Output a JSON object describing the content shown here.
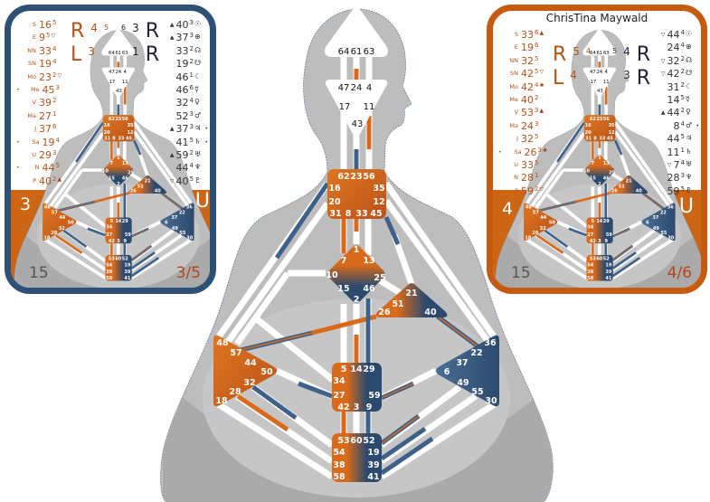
{
  "gates": {
    "head": [
      "64",
      "61",
      "63"
    ],
    "ajna": [
      "47",
      "24",
      "4",
      "17",
      "11",
      "43"
    ],
    "throat": [
      "62",
      "23",
      "56",
      "16",
      "35",
      "20",
      "12",
      "31",
      "8",
      "33",
      "45"
    ],
    "g": [
      "1",
      "7",
      "13",
      "10",
      "25",
      "15",
      "46",
      "2"
    ],
    "heart": [
      "21",
      "51",
      "26",
      "40"
    ],
    "spleen": [
      "48",
      "57",
      "44",
      "50",
      "32",
      "28",
      "18"
    ],
    "solar_plexus": [
      "36",
      "22",
      "37",
      "6",
      "49",
      "55",
      "30"
    ],
    "sacral": [
      "5",
      "14",
      "29",
      "34",
      "27",
      "59",
      "42",
      "3",
      "9"
    ],
    "root": [
      "53",
      "60",
      "52",
      "54",
      "19",
      "38",
      "39",
      "58",
      "41"
    ]
  },
  "colors": {
    "design": "#d96a1b",
    "personality": "#2c4a6e",
    "left_card_border": "#2f5075",
    "right_card_border": "#c55a11"
  },
  "left_card": {
    "variables_left": {
      "top_letter": "R",
      "top_num": "4",
      "top_small": "5",
      "bottom_letter": "L",
      "bottom_num": "3"
    },
    "variables_right": {
      "top_small": "6",
      "top_num": "3",
      "top_letter": "R",
      "bottom_num": "1",
      "bottom_letter": "R"
    },
    "type_number": "3",
    "type_letter": "U",
    "incarnation_number": "15",
    "profile": "3/5",
    "design": [
      [
        "",
        "S",
        "16",
        "5",
        ""
      ],
      [
        "",
        "E",
        "9",
        "5",
        "▽"
      ],
      [
        "",
        "NN",
        "33",
        "4",
        ""
      ],
      [
        "",
        "SN",
        "19",
        "4",
        ""
      ],
      [
        "",
        "Mo",
        "23",
        "2",
        "▽"
      ],
      [
        "•",
        "Me",
        "45",
        "3",
        ""
      ],
      [
        "",
        "V",
        "39",
        "2",
        ""
      ],
      [
        "",
        "Ma",
        "27",
        "1",
        ""
      ],
      [
        "",
        "J",
        "37",
        "6",
        ""
      ],
      [
        "•",
        "Sa",
        "19",
        "4",
        ""
      ],
      [
        "",
        "U",
        "29",
        "3",
        ""
      ],
      [
        "•",
        "N",
        "44",
        "5",
        ""
      ],
      [
        "",
        "P",
        "40",
        "2",
        "▲"
      ]
    ],
    "personality": [
      [
        "▲",
        "40",
        "3",
        "☉",
        ""
      ],
      [
        "▲",
        "37",
        "3",
        "⊕",
        ""
      ],
      [
        "",
        "33",
        "2",
        "☊",
        ""
      ],
      [
        "",
        "19",
        "2",
        "☋",
        ""
      ],
      [
        "",
        "46",
        "1",
        "☾",
        ""
      ],
      [
        "",
        "46",
        "6",
        "☿",
        ""
      ],
      [
        "",
        "32",
        "4",
        "♀",
        ""
      ],
      [
        "",
        "52",
        "3",
        "♂",
        ""
      ],
      [
        "▲",
        "37",
        "3",
        "♃",
        "•"
      ],
      [
        "",
        "41",
        "5",
        "♄",
        "•"
      ],
      [
        "▲",
        "59",
        "2",
        "♅",
        ""
      ],
      [
        "",
        "44",
        "4",
        "♆",
        ""
      ],
      [
        "▽",
        "40",
        "5",
        "♇",
        ""
      ]
    ]
  },
  "right_card": {
    "name": "ChrisTina Maywald",
    "variables_left": {
      "top_letter": "R",
      "top_num": "5",
      "top_small": "4",
      "bottom_letter": "L",
      "bottom_num": "4"
    },
    "variables_right": {
      "top_small": "5",
      "top_num": "4",
      "top_letter": "R",
      "bottom_num": "3",
      "bottom_letter": "R"
    },
    "type_number": "4",
    "type_letter": "U",
    "incarnation_number": "15",
    "profile": "4/6",
    "design": [
      [
        "",
        "S",
        "33",
        "6",
        "▲"
      ],
      [
        "",
        "E",
        "19",
        "6",
        ""
      ],
      [
        "",
        "NN",
        "32",
        "5",
        ""
      ],
      [
        "",
        "SN",
        "42",
        "5",
        "▽"
      ],
      [
        "",
        "Mo",
        "42",
        "4",
        "✱"
      ],
      [
        "",
        "Me",
        "40",
        "2",
        ""
      ],
      [
        "",
        "V",
        "53",
        "3",
        "▲"
      ],
      [
        "",
        "Ma",
        "24",
        "3",
        ""
      ],
      [
        "",
        "J",
        "32",
        "5",
        ""
      ],
      [
        "•",
        "Sa",
        "26",
        "3",
        "✱"
      ],
      [
        "",
        "U",
        "33",
        "5",
        ""
      ],
      [
        "",
        "N",
        "28",
        "1",
        ""
      ],
      [
        "",
        "P",
        "59",
        "2",
        "▽"
      ]
    ],
    "personality": [
      [
        "▽",
        "44",
        "4",
        "☉",
        ""
      ],
      [
        "",
        "24",
        "4",
        "⊕",
        ""
      ],
      [
        "▽",
        "32",
        "2",
        "☊",
        ""
      ],
      [
        "▽",
        "42",
        "2",
        "☋",
        ""
      ],
      [
        "",
        "31",
        "2",
        "☾",
        ""
      ],
      [
        "",
        "14",
        "5",
        "☿",
        ""
      ],
      [
        "▲",
        "44",
        "2",
        "♀",
        ""
      ],
      [
        "",
        "8",
        "4",
        "♂",
        "•"
      ],
      [
        "",
        "44",
        "5",
        "♃",
        ""
      ],
      [
        "",
        "11",
        "1",
        "♄",
        ""
      ],
      [
        "▽",
        "7",
        "4",
        "♅",
        ""
      ],
      [
        "",
        "28",
        "3",
        "♆",
        ""
      ],
      [
        "",
        "59",
        "5",
        "♇",
        ""
      ]
    ]
  }
}
